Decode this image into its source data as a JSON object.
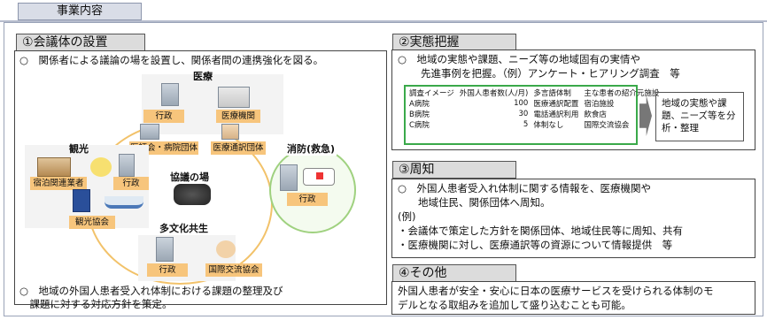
{
  "header_tab": "事業内容",
  "sec1": {
    "title": "①会議体の設置",
    "top_text": "○　関係者による議論の場を設置し、関係者間の連携強化を図る。",
    "bottom_text_1": "○　地域の外国人患者受入れ体制における課題の整理及び",
    "bottom_text_2": "　課題に対する対応方針を策定。",
    "center_label": "協議の場",
    "clusters": {
      "medical": {
        "title": "医療",
        "labels": [
          "行政",
          "医療機関",
          "医師会・病院団体",
          "医療通訳団体"
        ]
      },
      "tourism": {
        "title": "観光",
        "labels": [
          "宿泊関連業者",
          "行政",
          "観光協会"
        ]
      },
      "fire": {
        "title": "消防(救急)",
        "labels": [
          "行政"
        ]
      },
      "multicultural": {
        "title": "多文化共生",
        "labels": [
          "行政",
          "国際交流協会"
        ]
      }
    }
  },
  "sec2": {
    "title": "②実態把握",
    "line1": "○　地域の実態や課題、ニーズ等の地域固有の実情や",
    "line2": "先進事例を把握。（例）アンケート・ヒアリング調査　等",
    "table_headers": [
      "調査イメージ",
      "外国人患者数(人/月)",
      "多言語体制",
      "主な患者の紹介元施設"
    ],
    "table_rows": [
      {
        "name": "A病院",
        "count": "100",
        "lang": "医療通訳配置",
        "source": "宿泊施設"
      },
      {
        "name": "B病院",
        "count": "30",
        "lang": "電話通訳利用",
        "source": "飲食店"
      },
      {
        "name": "C病院",
        "count": "5",
        "lang": "体制なし",
        "source": "国際交流協会"
      }
    ],
    "result_line1": "地域の実態や課",
    "result_line2": "題、ニーズ等を分",
    "result_line3": "析・整理"
  },
  "sec3": {
    "title": "③周知",
    "lines": [
      "○　外国人患者受入れ体制に関する情報を、医療機関や",
      "　　地域住民、関係団体へ周知。",
      "(例)",
      "・会議体で策定した方針を関係団体、地域住民等に周知、共有",
      "・医療機関に対し、医療通訳等の資源について情報提供　等"
    ]
  },
  "sec4": {
    "title": "④その他",
    "line1": "外国人患者が安全・安心に日本の医療サービスを受けられる体制のモ",
    "line2": "デルとなる取組みを追加して盛り込むことも可能。"
  },
  "colors": {
    "ring": "#f2c26a",
    "fire_ring": "#9fd17f",
    "accent_orange": "#f7c57c",
    "table_border": "#3aa94a"
  }
}
